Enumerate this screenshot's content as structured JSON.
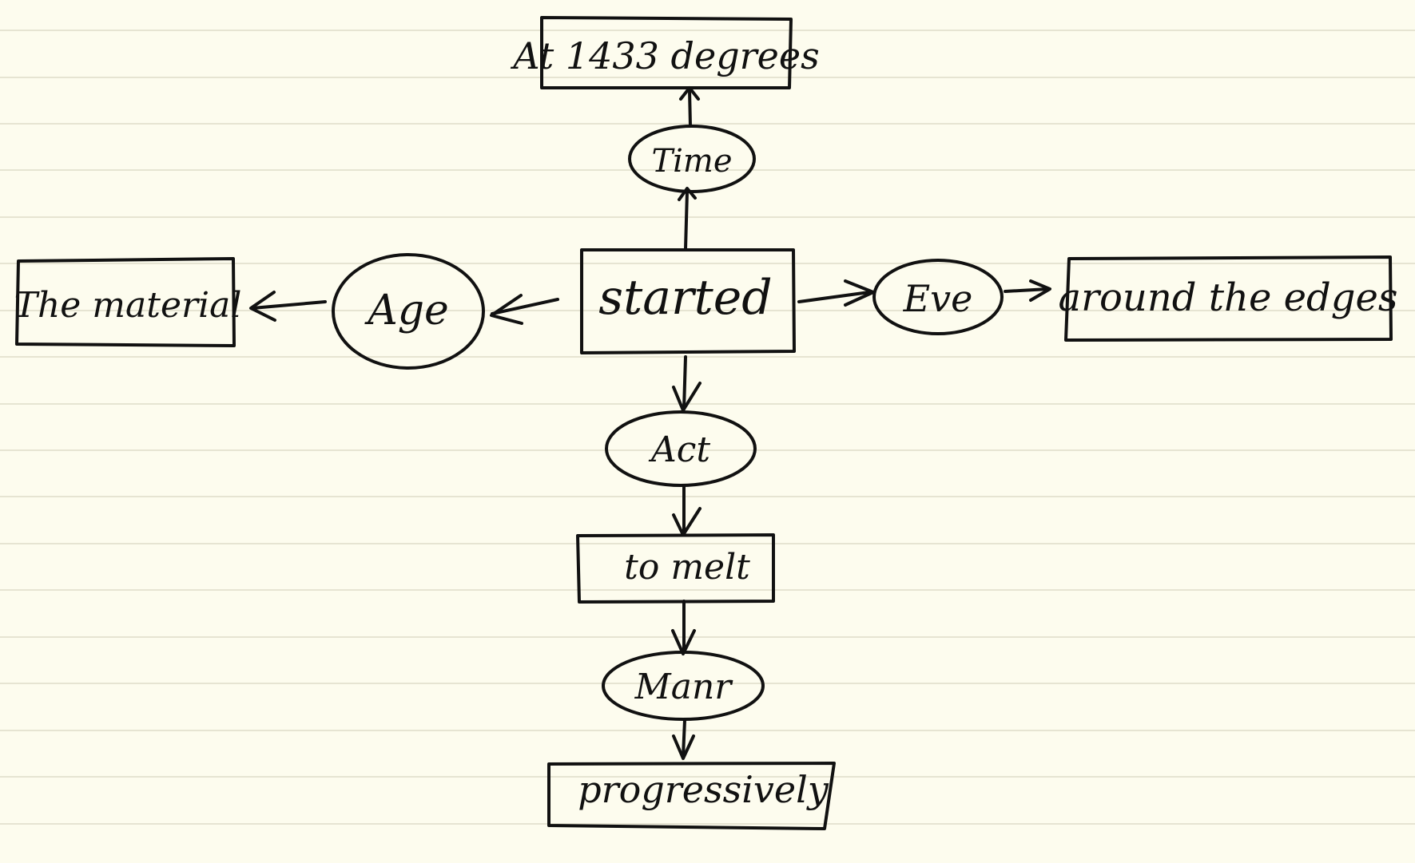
{
  "diagram": {
    "center": {
      "label": "started"
    },
    "up": {
      "relation": "Time",
      "target": "At 1433 degrees"
    },
    "left": {
      "relation": "Age",
      "target": "The material"
    },
    "right": {
      "relation": "Eve",
      "target": "around the edges"
    },
    "down": {
      "relation": "Act",
      "target": "to melt",
      "next": {
        "relation": "Manr",
        "target": "progressively"
      }
    }
  }
}
